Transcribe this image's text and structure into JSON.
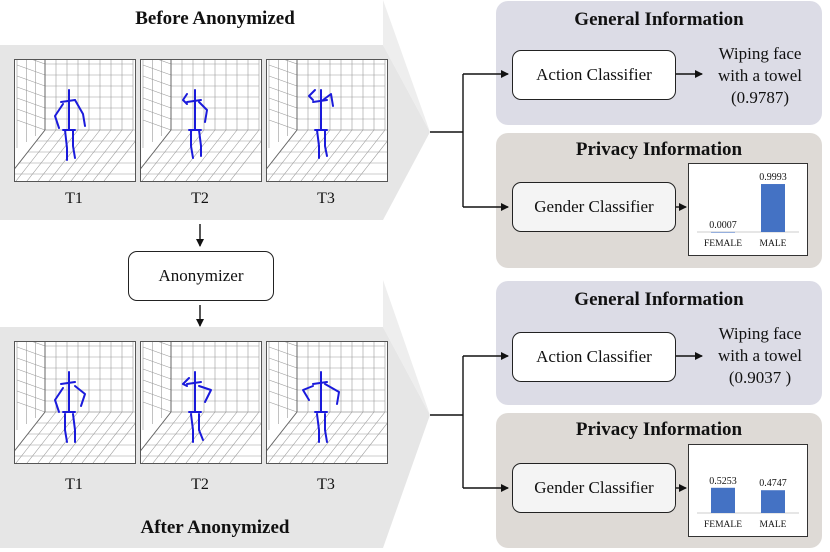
{
  "headings": {
    "before": "Before Anonymized",
    "after": "After Anonymized"
  },
  "frame_labels": [
    "T1",
    "T2",
    "T3"
  ],
  "anonymizer_label": "Anonymizer",
  "pipelines": [
    {
      "general_title": "General Information",
      "action_classifier": "Action Classifier",
      "action_result": [
        "Wiping face",
        "with a towel",
        "(0.9787)"
      ],
      "privacy_title": "Privacy Information",
      "gender_classifier": "Gender Classifier",
      "chart_data": {
        "type": "bar",
        "categories": [
          "FEMALE",
          "MALE"
        ],
        "values": [
          0.0007,
          0.9993
        ],
        "value_labels": [
          "0.0007",
          "0.9993"
        ],
        "ylim": [
          0,
          1
        ]
      }
    },
    {
      "general_title": "General Information",
      "action_classifier": "Action Classifier",
      "action_result": [
        "Wiping face",
        "with a towel",
        "(0.9037 )"
      ],
      "privacy_title": "Privacy Information",
      "gender_classifier": "Gender Classifier",
      "chart_data": {
        "type": "bar",
        "categories": [
          "FEMALE",
          "MALE"
        ],
        "values": [
          0.5253,
          0.4747
        ],
        "value_labels": [
          "0.5253",
          "0.4747"
        ],
        "ylim": [
          0,
          1
        ]
      }
    }
  ],
  "colors": {
    "skeleton": "#1a1adb",
    "bar": "#4472c4",
    "general_card": "#dcdce6",
    "privacy_card": "#dedad6",
    "band": "#e6e6e6"
  }
}
